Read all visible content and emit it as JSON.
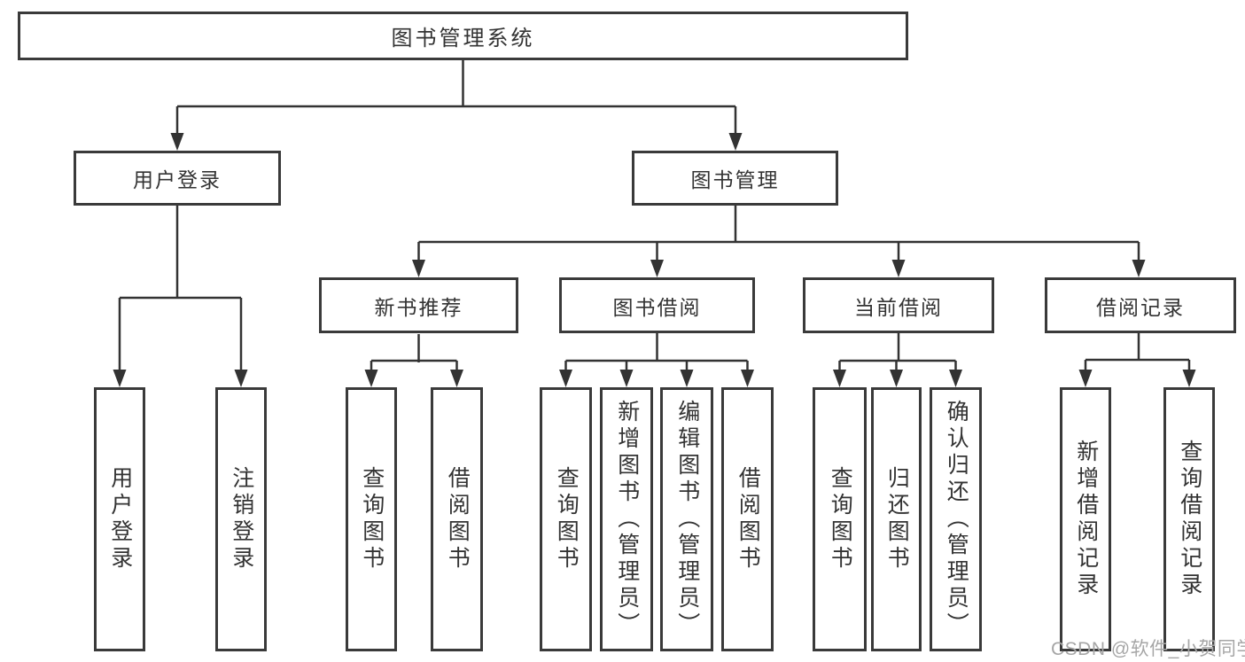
{
  "diagram_title": "图书管理系统",
  "tree": {
    "root": {
      "label": "图书管理系统",
      "children": [
        {
          "label": "用户登录",
          "children": [
            {
              "label": "用户登录"
            },
            {
              "label": "注销登录"
            }
          ]
        },
        {
          "label": "图书管理",
          "children": [
            {
              "label": "新书推荐",
              "children": [
                {
                  "label": "查询图书"
                },
                {
                  "label": "借阅图书"
                }
              ]
            },
            {
              "label": "图书借阅",
              "children": [
                {
                  "label": "查询图书"
                },
                {
                  "label": "新增图书（管理员）"
                },
                {
                  "label": "编辑图书（管理员）"
                },
                {
                  "label": "借阅图书"
                }
              ]
            },
            {
              "label": "当前借阅",
              "children": [
                {
                  "label": "查询图书"
                },
                {
                  "label": "归还图书"
                },
                {
                  "label": "确认归还（管理员）"
                }
              ]
            },
            {
              "label": "借阅记录",
              "children": [
                {
                  "label": "新增借阅记录"
                },
                {
                  "label": "查询借阅记录"
                }
              ]
            }
          ]
        }
      ]
    }
  },
  "watermark": {
    "text": "CSDN @软件_小贺同学"
  },
  "colors": {
    "box_border": "#3a3a3a",
    "connector_line": "#333333",
    "text": "#333333",
    "watermark_text": "#a6a6a6",
    "background": "#ffffff"
  }
}
